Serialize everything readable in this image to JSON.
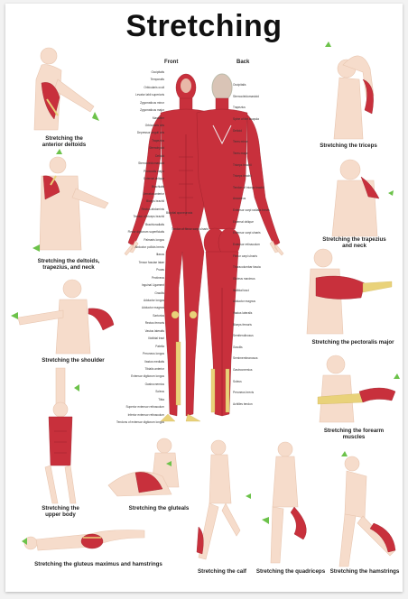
{
  "title": "Stretching",
  "columns": {
    "front": "Front",
    "back": "Back"
  },
  "captions": {
    "anterior_deltoids": "Stretching the\nanterior deltoids",
    "triceps": "Stretching the triceps",
    "deltoids_trap_neck": "Stretching the deltoids,\ntrapezius, and neck",
    "trapezius_neck": "Stretching the trapezius\nand neck",
    "shoulder": "Stretching the shoulder",
    "pectoralis_major": "Stretching the pectoralis major",
    "forearm": "Stretching the forearm\nmuscles",
    "upper_body": "Stretching the\nupper body",
    "gluteals": "Stretching the gluteals",
    "gluteus_hamstrings": "Stretching the gluteus maximus and hamstrings",
    "calf": "Stretching the calf",
    "quadriceps": "Stretching the quadriceps",
    "hamstrings": "Stretching the hamstrings"
  },
  "front_labels_left": [
    "Occipitalis",
    "Temporalis",
    "Orbicularis oculi",
    "Levator labii superioris",
    "Zygomaticus minor",
    "Zygomaticus major",
    "Masseter",
    "Orbicularis oris",
    "Depressor anguli oris",
    "Trapezius",
    "Sternohyoid",
    "Deltoid",
    "Sternocleidomastoid",
    "Pectoralis major",
    "External oblique",
    "Brachialis",
    "Serratus anterior",
    "Biceps brachii",
    "Rectus abdominis",
    "Tendon of biceps brachii",
    "Brachioradialis",
    "Flexor digitorum superficialis",
    "Palmaris longus",
    "Abductor pollicis brevis",
    "Iliacus",
    "Tensor fasciae latae",
    "Psoas",
    "Pectineus",
    "Inguinal Ligament",
    "Gracilis",
    "Adductor longus",
    "Adductor magnus",
    "Sartorius",
    "Rectus femoris",
    "Vastus lateralis",
    "Iliotibial tract",
    "Patella",
    "Peroneus longus",
    "Vastus medialis",
    "Tibialis anterior",
    "Extensor digitorum longus",
    "Gastrocnemius",
    "Soleus",
    "Tibia",
    "Superior extensor retinaculum",
    "Inferior extensor retinaculum",
    "Tendons of extensor digitorum longus"
  ],
  "front_labels_mid": [
    "Bicipital aponeurosis",
    "Tendon of flexor carpi ulnaris"
  ],
  "back_labels": [
    "Occipitalis",
    "Sternocleidomastoid",
    "Trapezius",
    "Spine of the scapula",
    "Deltoid",
    "Teres minor",
    "Teres major",
    "Triceps brachii",
    "Triceps brachii",
    "Tendon of triceps brachii",
    "Anconeus",
    "Extensor carpi radialis brevis",
    "External oblique",
    "Extensor carpi ulnaris",
    "Extensor retinaculum",
    "Flexor carpi ulnaris",
    "Thoracolumbar fascia",
    "Gluteus maximus",
    "Iliotibial tract",
    "Adductor magnus",
    "Vastus lateralis",
    "Biceps femoris",
    "Semitendinosus",
    "Gracilis",
    "Semimembranosus",
    "Gastrocnemius",
    "Soleus",
    "Peroneus brevis",
    "Achilles tendon"
  ]
}
